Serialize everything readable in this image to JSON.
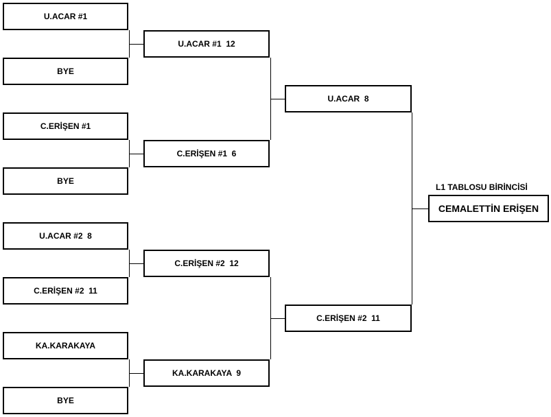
{
  "bracket": {
    "round1": [
      "U.ACAR #1",
      "BYE",
      "C.ERİŞEN #1",
      "BYE",
      "U.ACAR #2  8",
      "C.ERİŞEN #2  11",
      "KA.KARAKAYA",
      "BYE"
    ],
    "round2": [
      "U.ACAR #1  12",
      "C.ERİŞEN #1  6",
      "C.ERİŞEN #2  12",
      "KA.KARAKAYA  9"
    ],
    "round3": [
      "U.ACAR  8",
      "C.ERİŞEN #2  11"
    ],
    "champion": {
      "title": "L1 TABLOSU BİRİNCİSİ",
      "name": "CEMALETTİN ERİŞEN"
    }
  }
}
